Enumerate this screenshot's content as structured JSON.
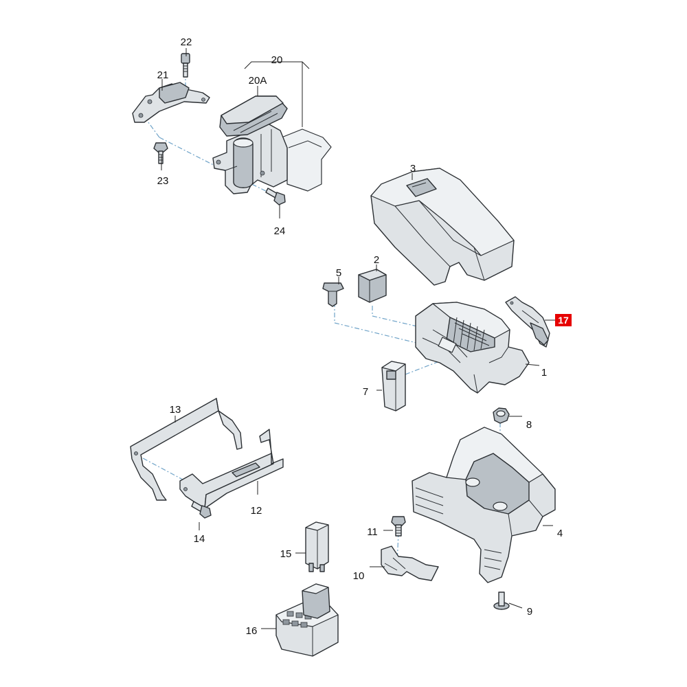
{
  "labels": {
    "p1": "1",
    "p2": "2",
    "p3": "3",
    "p4": "4",
    "p5": "5",
    "p7": "7",
    "p8": "8",
    "p9": "9",
    "p10": "10",
    "p11": "11",
    "p12": "12",
    "p13": "13",
    "p14": "14",
    "p15": "15",
    "p16": "16",
    "p17": "17",
    "p20": "20",
    "p20a": "20A",
    "p21": "21",
    "p22": "22",
    "p23": "23",
    "p24": "24"
  },
  "highlighted_part": "17",
  "colors": {
    "part_fill": "#dfe3e6",
    "outline": "#2b2f33",
    "assembly_axis": "#6fa3c8",
    "highlight": "#e60000"
  }
}
